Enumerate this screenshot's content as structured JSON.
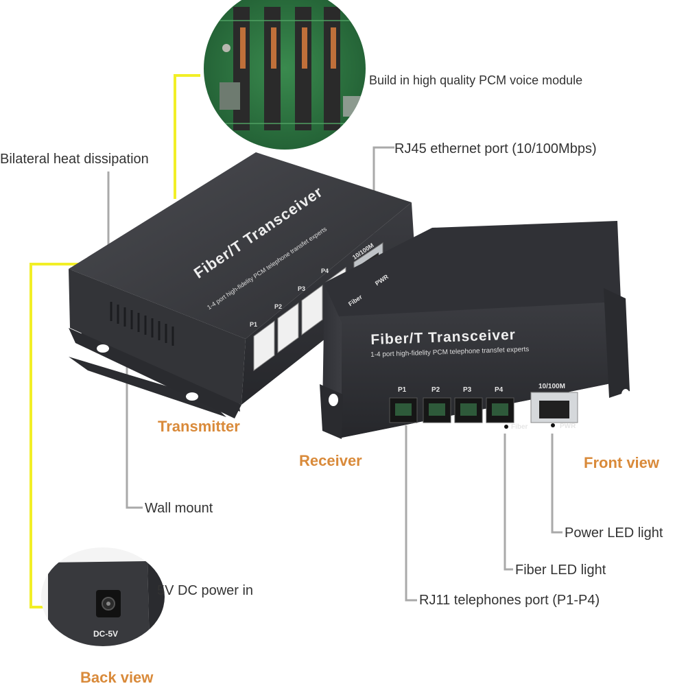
{
  "callouts": {
    "pcm_module": "Build in high quality PCM voice module",
    "rj45": "RJ45 ethernet port (10/100Mbps)",
    "heat": "Bilateral heat dissipation",
    "wall_mount": "Wall mount",
    "dc_power": "5V DC power in",
    "power_led": "Power LED light",
    "fiber_led": "Fiber LED light",
    "rj11": "RJ11 telephones port (P1-P4)"
  },
  "headings": {
    "transmitter": "Transmitter",
    "receiver": "Receiver",
    "front_view": "Front view",
    "back_view": "Back view"
  },
  "device": {
    "brand": "Fiber/T Transceiver",
    "tagline": "1-4 port high-fidelity PCM telephone transfet experts",
    "ports": [
      "P1",
      "P2",
      "P3",
      "P4"
    ],
    "fiber_label": "Fiber",
    "lan_label": "10/100M",
    "pwr_label": "PWR",
    "dc_label": "DC-5V"
  },
  "colors": {
    "accent": "#d98a3a",
    "leader_yellow": "#f2ef27",
    "leader_gray": "#a9a9a9",
    "device_body": "#3a3b3f"
  }
}
